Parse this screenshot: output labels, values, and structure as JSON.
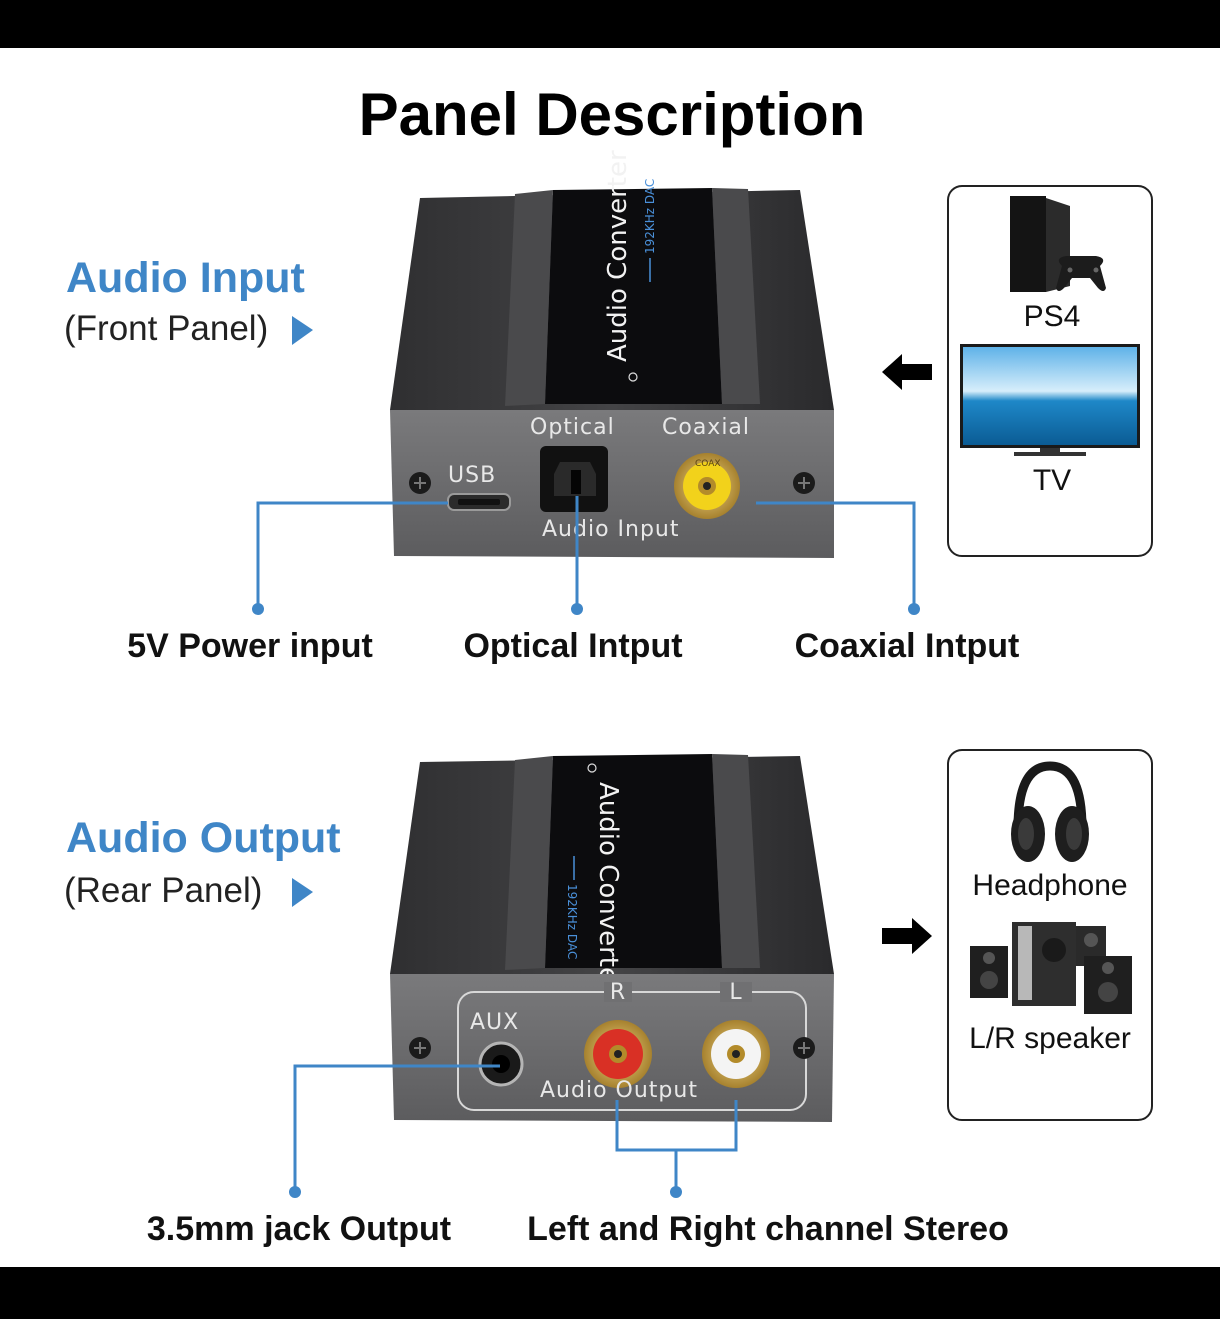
{
  "title": "Panel Description",
  "front": {
    "heading": "Audio Input",
    "subheading": "(Front Panel)",
    "port_labels": {
      "usb": "USB",
      "optical": "Optical",
      "coaxial": "Coaxial",
      "section": "Audio Input",
      "coax_ring": "COAX"
    },
    "device_brand": "Audio Converter",
    "device_dac": "192KHz DAC",
    "callouts": [
      "5V Power input",
      "Optical Intput",
      "Coaxial Intput"
    ],
    "sources": [
      "PS4",
      "TV"
    ]
  },
  "rear": {
    "heading": "Audio Output",
    "subheading": "(Rear Panel)",
    "port_labels": {
      "aux": "AUX",
      "right": "R",
      "left": "L",
      "section": "Audio Output"
    },
    "device_brand": "Audio Converter",
    "device_dac": "192KHz DAC",
    "callouts": [
      "3.5mm jack Output",
      "Left and Right channel Stereo"
    ],
    "outputs": [
      "Headphone",
      "L/R speaker"
    ]
  },
  "colors": {
    "accent": "#3f86c7",
    "device_body": "#3a3a3c",
    "panel": "#6e6e70",
    "rca_red": "#d93025",
    "rca_white": "#f4f4f4",
    "rca_yellow": "#f2d21b"
  }
}
